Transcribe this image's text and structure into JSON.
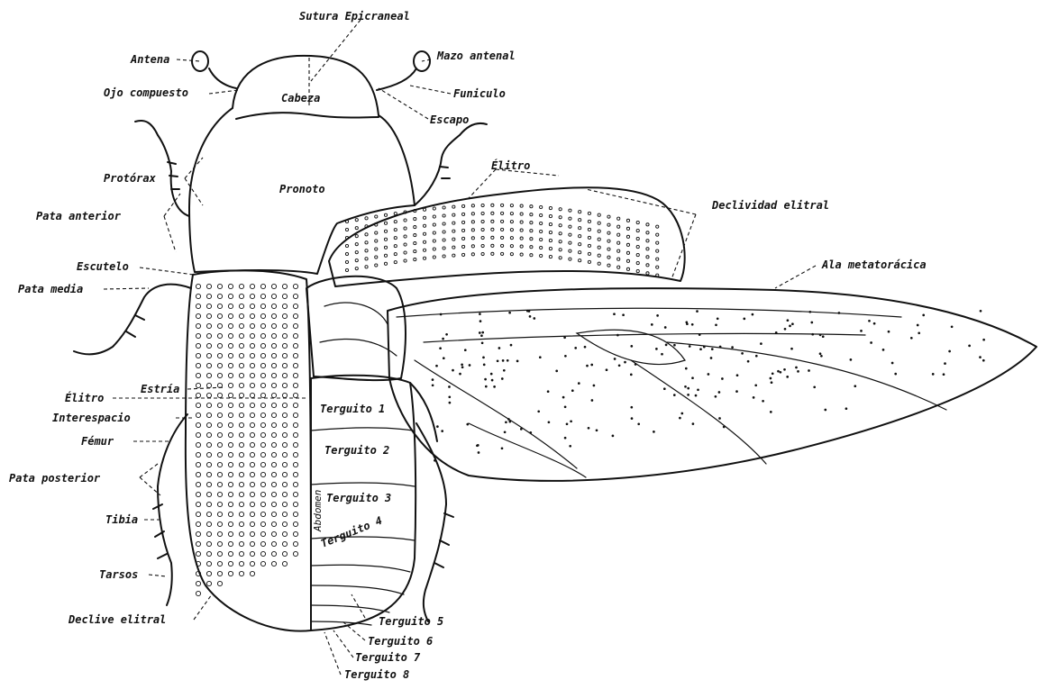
{
  "labels": {
    "sutura_epicraneal": "Sutura Epicraneal",
    "antena": "Antena",
    "mazo_antenal": "Mazo antenal",
    "ojo_compuesto": "Ojo compuesto",
    "cabeza": "Cabeza",
    "funiculo": "Funiculo",
    "escapo": "Escapo",
    "elitro_top": "Élitro",
    "protorax": "Protórax",
    "pronoto": "Pronoto",
    "declividad_elitral": "Declividad elitral",
    "pata_anterior": "Pata anterior",
    "ala_metatoracica": "Ala metatorácica",
    "escutelo": "Escutelo",
    "pata_media": "Pata media",
    "estria": "Estría",
    "elitro_left": "Élitro",
    "interespacio": "Interespacio",
    "femur": "Fémur",
    "pata_posterior": "Pata posterior",
    "tibia": "Tibia",
    "tarsos": "Tarsos",
    "declive_elitral": "Declive elitral",
    "abdomen": "Abdomen",
    "terguito_1": "Terguito 1",
    "terguito_2": "Terguito 2",
    "terguito_3": "Terguito 3",
    "terguito_4": "Terguito 4",
    "terguito_5": "Terguito 5",
    "terguito_6": "Terguito 6",
    "terguito_7": "Terguito 7",
    "terguito_8": "Terguito 8"
  }
}
